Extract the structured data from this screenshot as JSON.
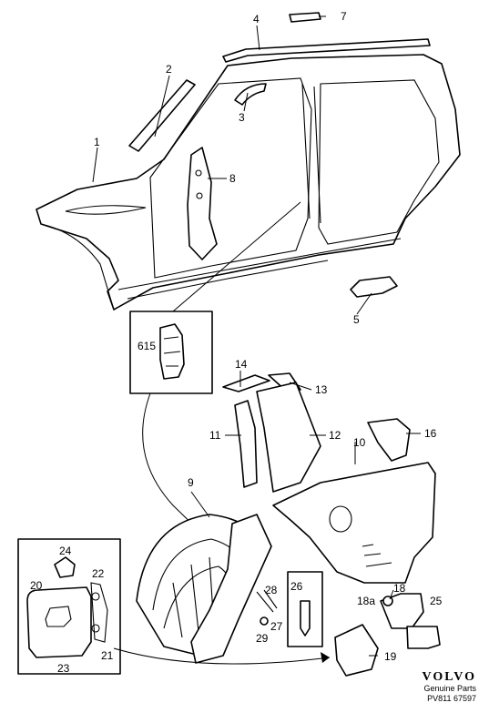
{
  "callouts": {
    "c1": "1",
    "c2": "2",
    "c3": "3",
    "c4": "4",
    "c5": "5",
    "c7": "7",
    "c8": "8",
    "c615": "615",
    "c9": "9",
    "c10": "10",
    "c11": "11",
    "c12": "12",
    "c13": "13",
    "c14": "14",
    "c16": "16",
    "c18": "18",
    "c18a": "18a",
    "c19": "19",
    "c20": "20",
    "c21": "21",
    "c22": "22",
    "c23": "23",
    "c24": "24",
    "c25": "25",
    "c26": "26",
    "c27": "27",
    "c28": "28",
    "c29": "29"
  },
  "branding": {
    "logo": "VOLVO",
    "subtitle": "Genuine Parts",
    "code": "PV811 67597"
  }
}
